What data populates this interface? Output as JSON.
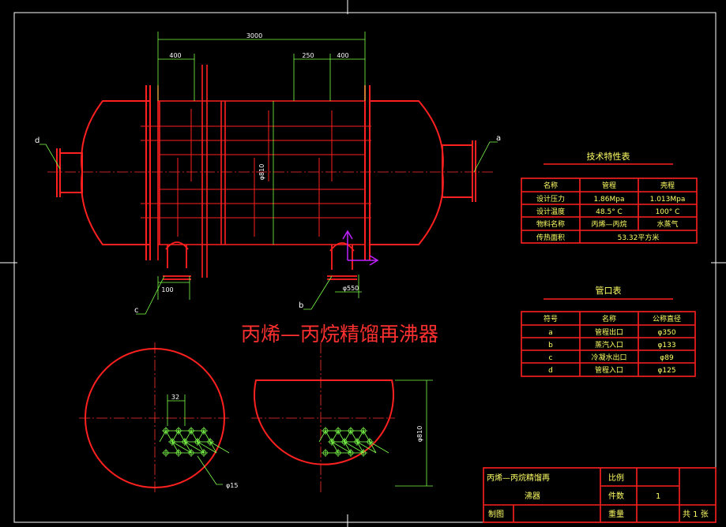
{
  "colors": {
    "background": "#000000",
    "outline": "#ff2020",
    "dimension": "#7dff4a",
    "centerline": "#ff3030",
    "text": "#ffffff",
    "table_text": "#ffff66",
    "title": "#ff3030",
    "ucs": "#c020ff"
  },
  "drawing": {
    "title": "丙烯—丙烷精馏再沸器"
  },
  "dimensions": {
    "overall_length": "3000",
    "left_gap": "400",
    "right_gap_a": "250",
    "right_gap_b": "400",
    "shell_dia": "φ810",
    "nozzle_left": "100",
    "nozzle_right": "φ550",
    "pitch": "32",
    "tube_dia": "φ15",
    "end_dia": "φ810"
  },
  "nozzle_labels": {
    "a": "a",
    "b": "b",
    "c": "c",
    "d": "d"
  },
  "spec_table": {
    "title": "技术特性表",
    "headers": [
      "名称",
      "管程",
      "壳程"
    ],
    "rows": [
      [
        "设计压力",
        "1.86Mpa",
        "1.013Mpa"
      ],
      [
        "设计温度",
        "48.5° C",
        "100° C"
      ],
      [
        "物料名称",
        "丙烯—丙烷",
        "水蒸气"
      ]
    ],
    "area_label": "传热面积",
    "area_value": "53.32平方米"
  },
  "nozzle_table": {
    "title": "管口表",
    "headers": [
      "符号",
      "名称",
      "公称直径"
    ],
    "rows": [
      [
        "a",
        "管程出口",
        "φ350"
      ],
      [
        "b",
        "蒸汽入口",
        "φ133"
      ],
      [
        "c",
        "冷凝水出口",
        "φ89"
      ],
      [
        "d",
        "管程入口",
        "φ125"
      ]
    ]
  },
  "title_block": {
    "name_line1": "丙烯—丙烷精馏再",
    "name_line2": "沸器",
    "scale_label": "比例",
    "qty_label": "件数",
    "qty_value": "1",
    "drawn_label": "制图",
    "weight_label": "重量",
    "sheets": "共 1 张"
  }
}
